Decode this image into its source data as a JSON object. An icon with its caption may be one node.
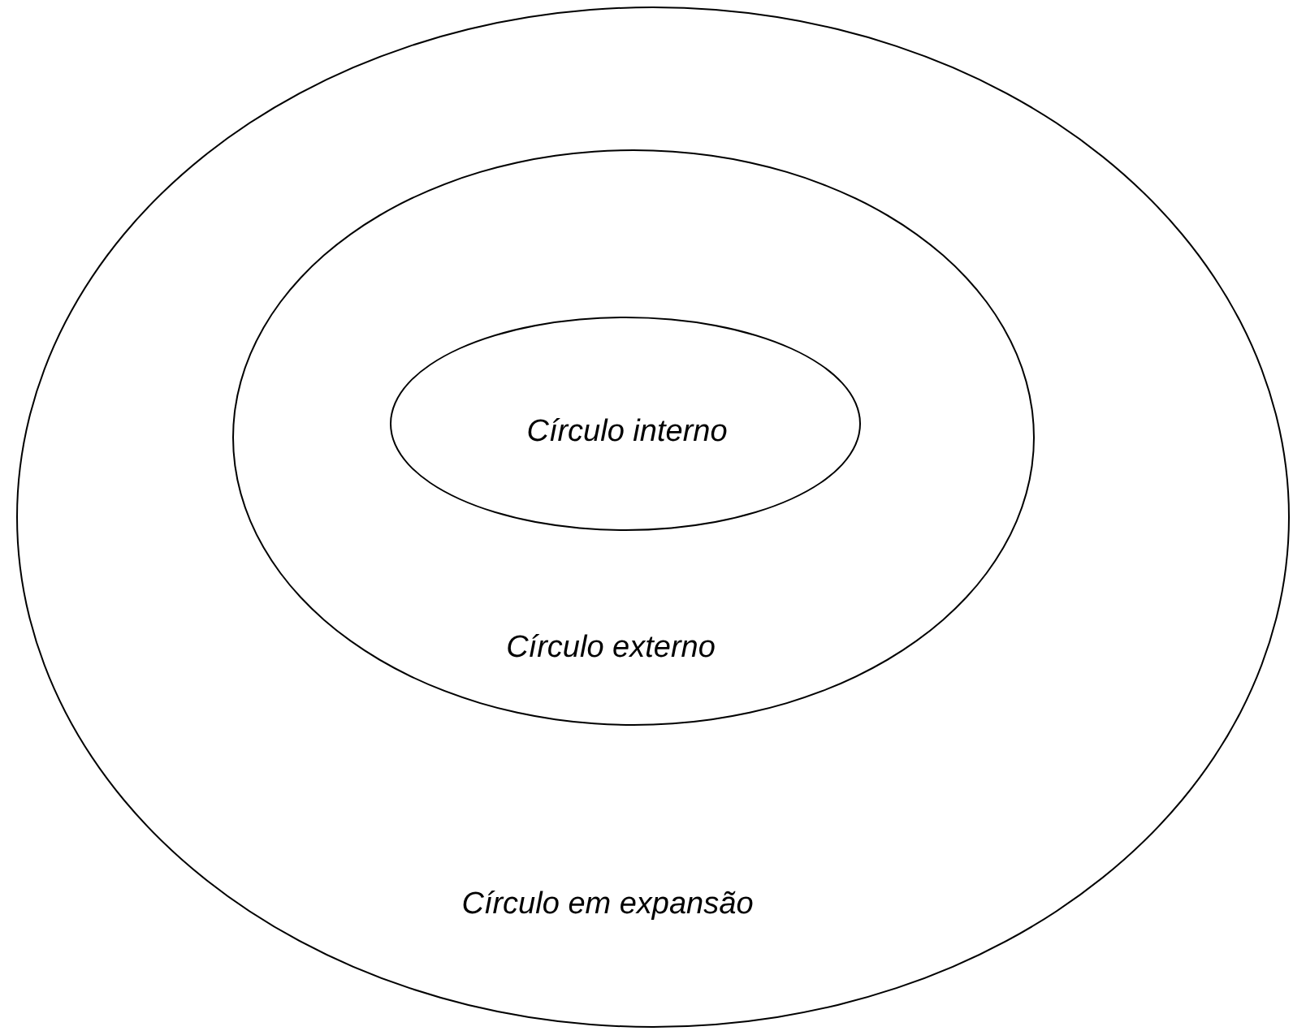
{
  "diagram": {
    "nodes": [
      {
        "text": [
          "Círculo em expansão"
        ]
      },
      {
        "text": [
          "Círculo externo"
        ],
        "in": 0
      },
      {
        "text": [
          "Círculo interno"
        ],
        "in": 1
      }
    ]
  }
}
